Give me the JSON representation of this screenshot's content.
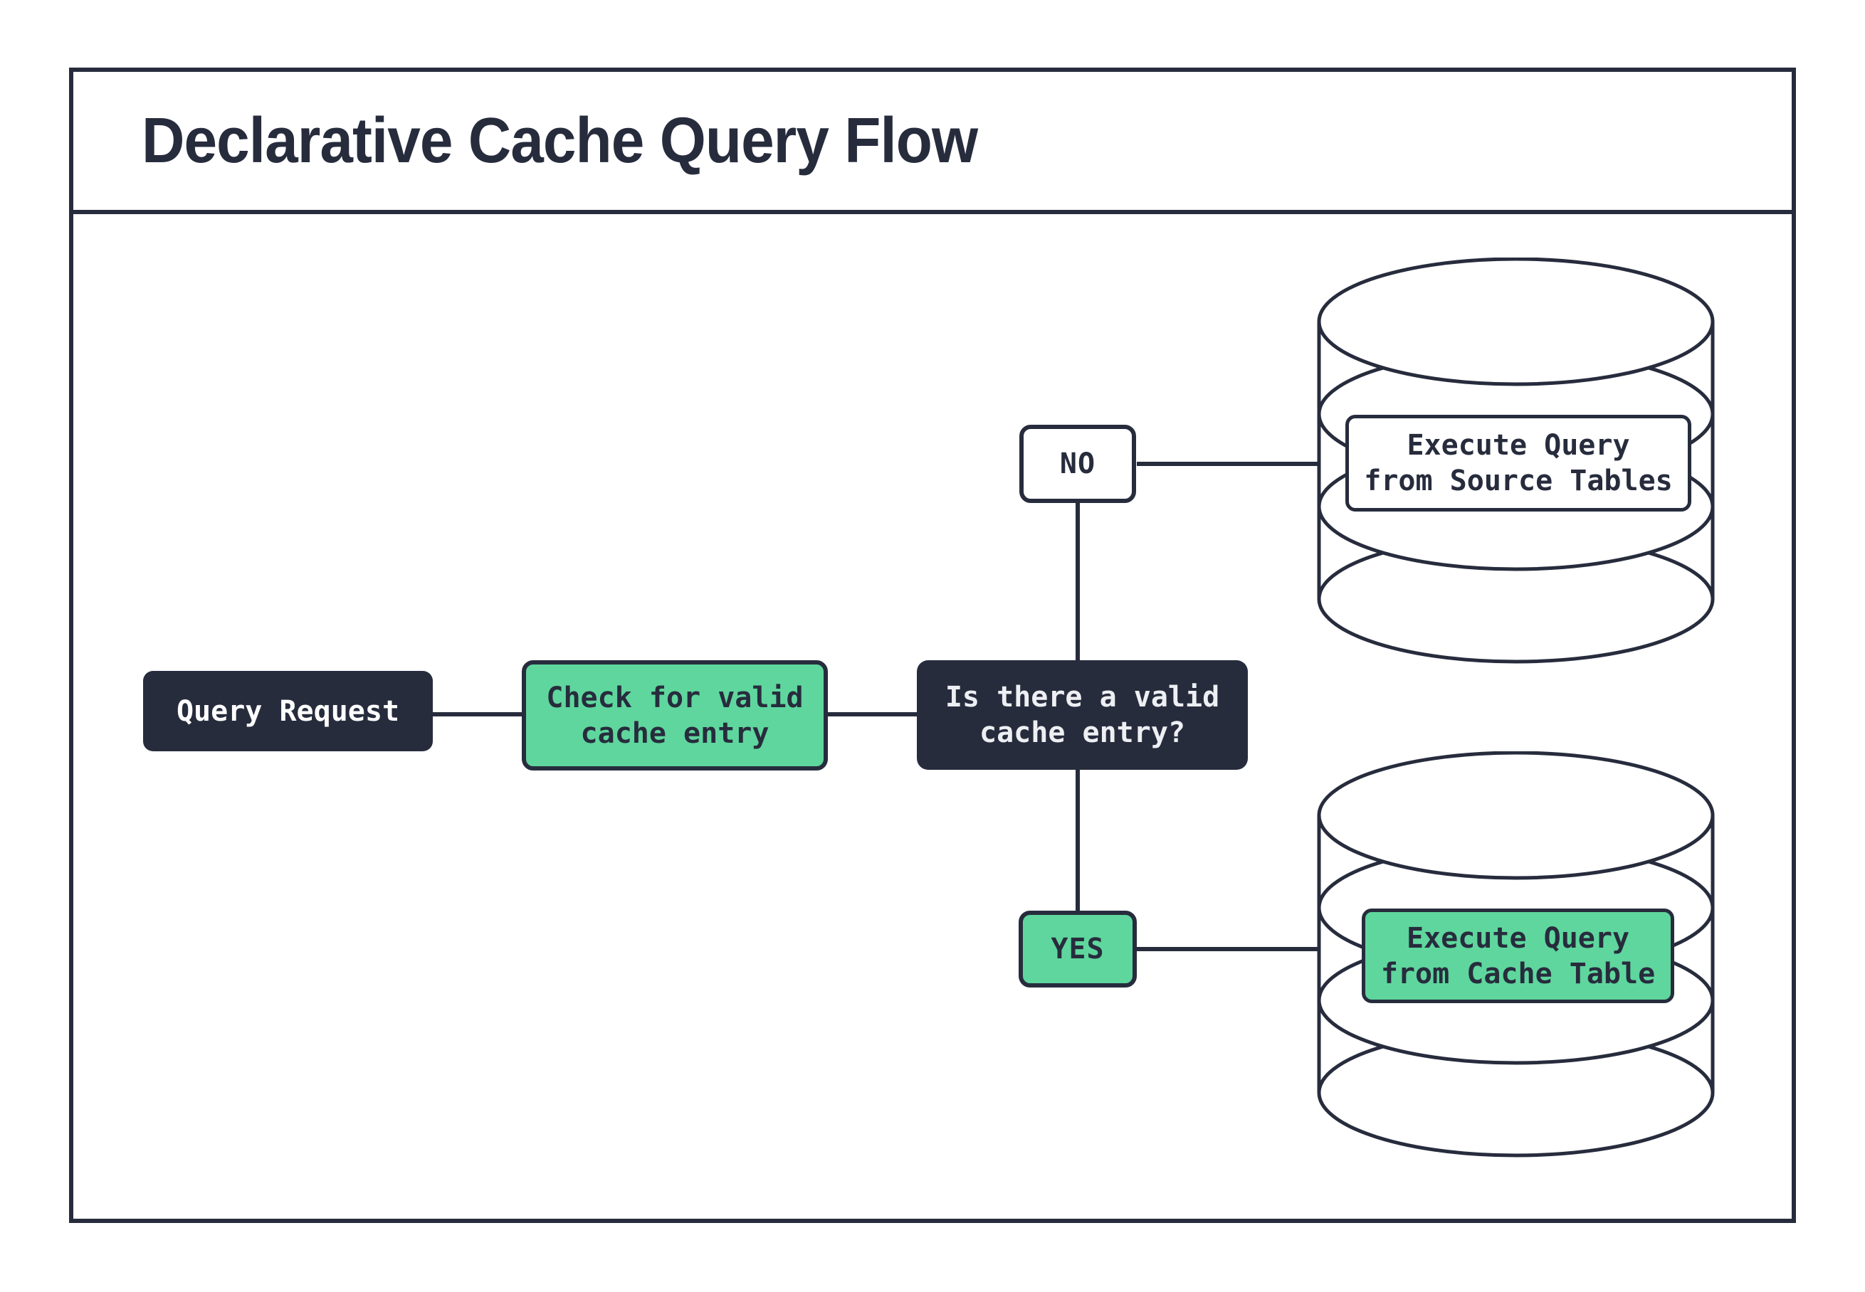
{
  "title": "Declarative Cache Query Flow",
  "palette": {
    "ink": "#272C3D",
    "green": "#5FD69D",
    "paper": "#FFFFFF"
  },
  "nodes": {
    "query_request": {
      "label": "Query Request"
    },
    "check_cache": {
      "line1": "Check for valid",
      "line2": "cache entry"
    },
    "decision": {
      "line1": "Is there a valid",
      "line2": "cache entry?"
    },
    "no_branch": {
      "label": "NO"
    },
    "yes_branch": {
      "label": "YES"
    },
    "source_db": {
      "line1": "Execute Query",
      "line2": "from Source Tables"
    },
    "cache_db": {
      "line1": "Execute Query",
      "line2": "from Cache Table"
    }
  }
}
